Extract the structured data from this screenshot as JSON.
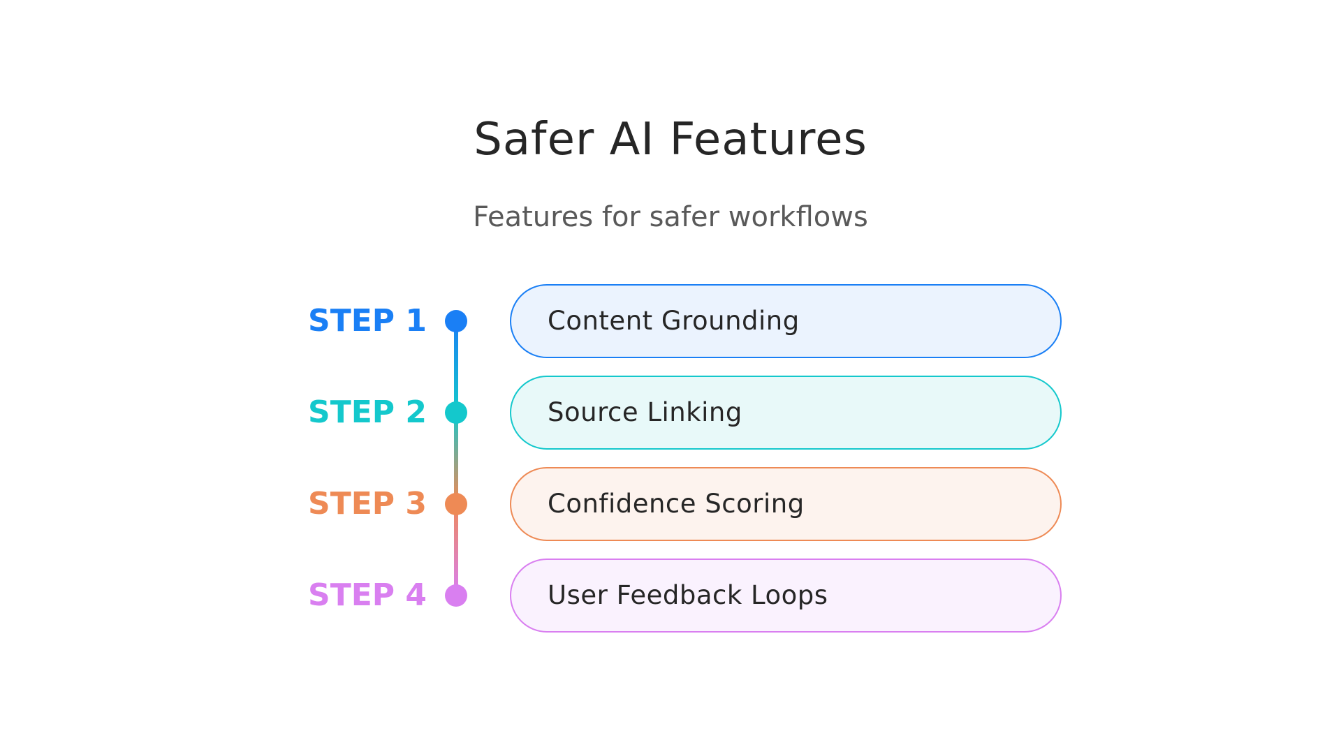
{
  "title": "Safer AI Features",
  "subtitle": "Features for safer workflows",
  "steps": [
    {
      "label": "STEP 1",
      "text": "Content Grounding",
      "color": "#1a7ff5",
      "fill": "#ebf3fe"
    },
    {
      "label": "STEP 2",
      "text": "Source Linking",
      "color": "#14c8cc",
      "fill": "#e8f9f9"
    },
    {
      "label": "STEP 3",
      "text": "Confidence Scoring",
      "color": "#ee8a55",
      "fill": "#fdf3ee"
    },
    {
      "label": "STEP 4",
      "text": "User Feedback Loops",
      "color": "#d97ff0",
      "fill": "#faf2fe"
    }
  ]
}
